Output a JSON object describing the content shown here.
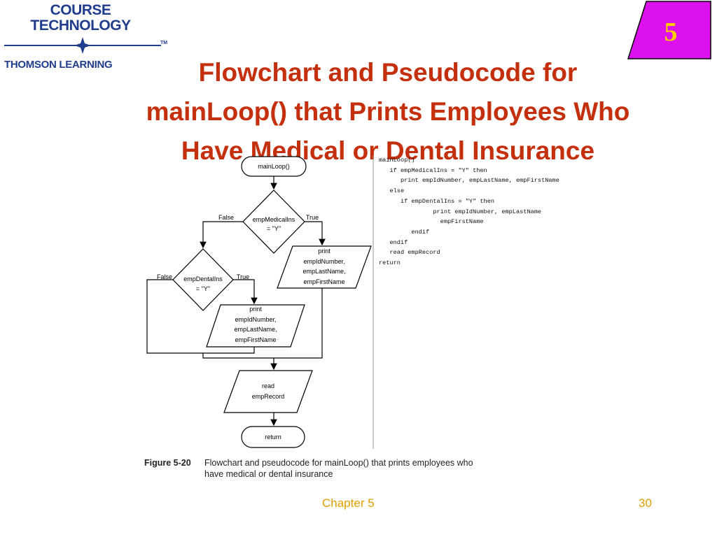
{
  "logo": {
    "line1": "COURSE",
    "line2": "TECHNOLOGY",
    "line3": "THOMSON LEARNING",
    "tm": "TM",
    "brand_color": "#1f3d8c"
  },
  "title": {
    "line1": "Flowchart and Pseudocode for",
    "line2": "mainLoop() that Prints Employees Who",
    "line3": "Have Medical or Dental Insurance",
    "color": "#c4300e"
  },
  "chapter_badge": {
    "number": "5",
    "fill": "#dd11ee",
    "text_color": "#ffcc00"
  },
  "flowchart": {
    "start": "mainLoop()",
    "decision1": {
      "line1": "empMedicalIns",
      "line2": "= \"Y\"",
      "false_label": "False",
      "true_label": "True"
    },
    "print1": {
      "line1": "print",
      "line2": "empIdNumber,",
      "line3": "empLastName,",
      "line4": "empFirstName"
    },
    "decision2": {
      "line1": "empDentalIns",
      "line2": "= \"Y\"",
      "false_label": "False",
      "true_label": "True"
    },
    "print2": {
      "line1": "print",
      "line2": "empIdNumber,",
      "line3": "empLastName,",
      "line4": "empFirstName"
    },
    "read": {
      "line1": "read",
      "line2": "empRecord"
    },
    "end": "return"
  },
  "pseudocode": "mainLoop()\n   if empMedicalIns = \"Y\" then\n      print empIdNumber, empLastName, empFirstName\n   else\n      if empDentalIns = \"Y\" then\n               print empIdNumber, empLastName\n                 empFirstName\n         endif\n   endif\n   read empRecord\nreturn",
  "caption": {
    "label": "Figure 5-20",
    "text": "Flowchart and pseudocode for mainLoop() that prints employees who have medical or dental insurance"
  },
  "footer": {
    "chapter": "Chapter 5",
    "page": "30",
    "color": "#e0a000"
  }
}
